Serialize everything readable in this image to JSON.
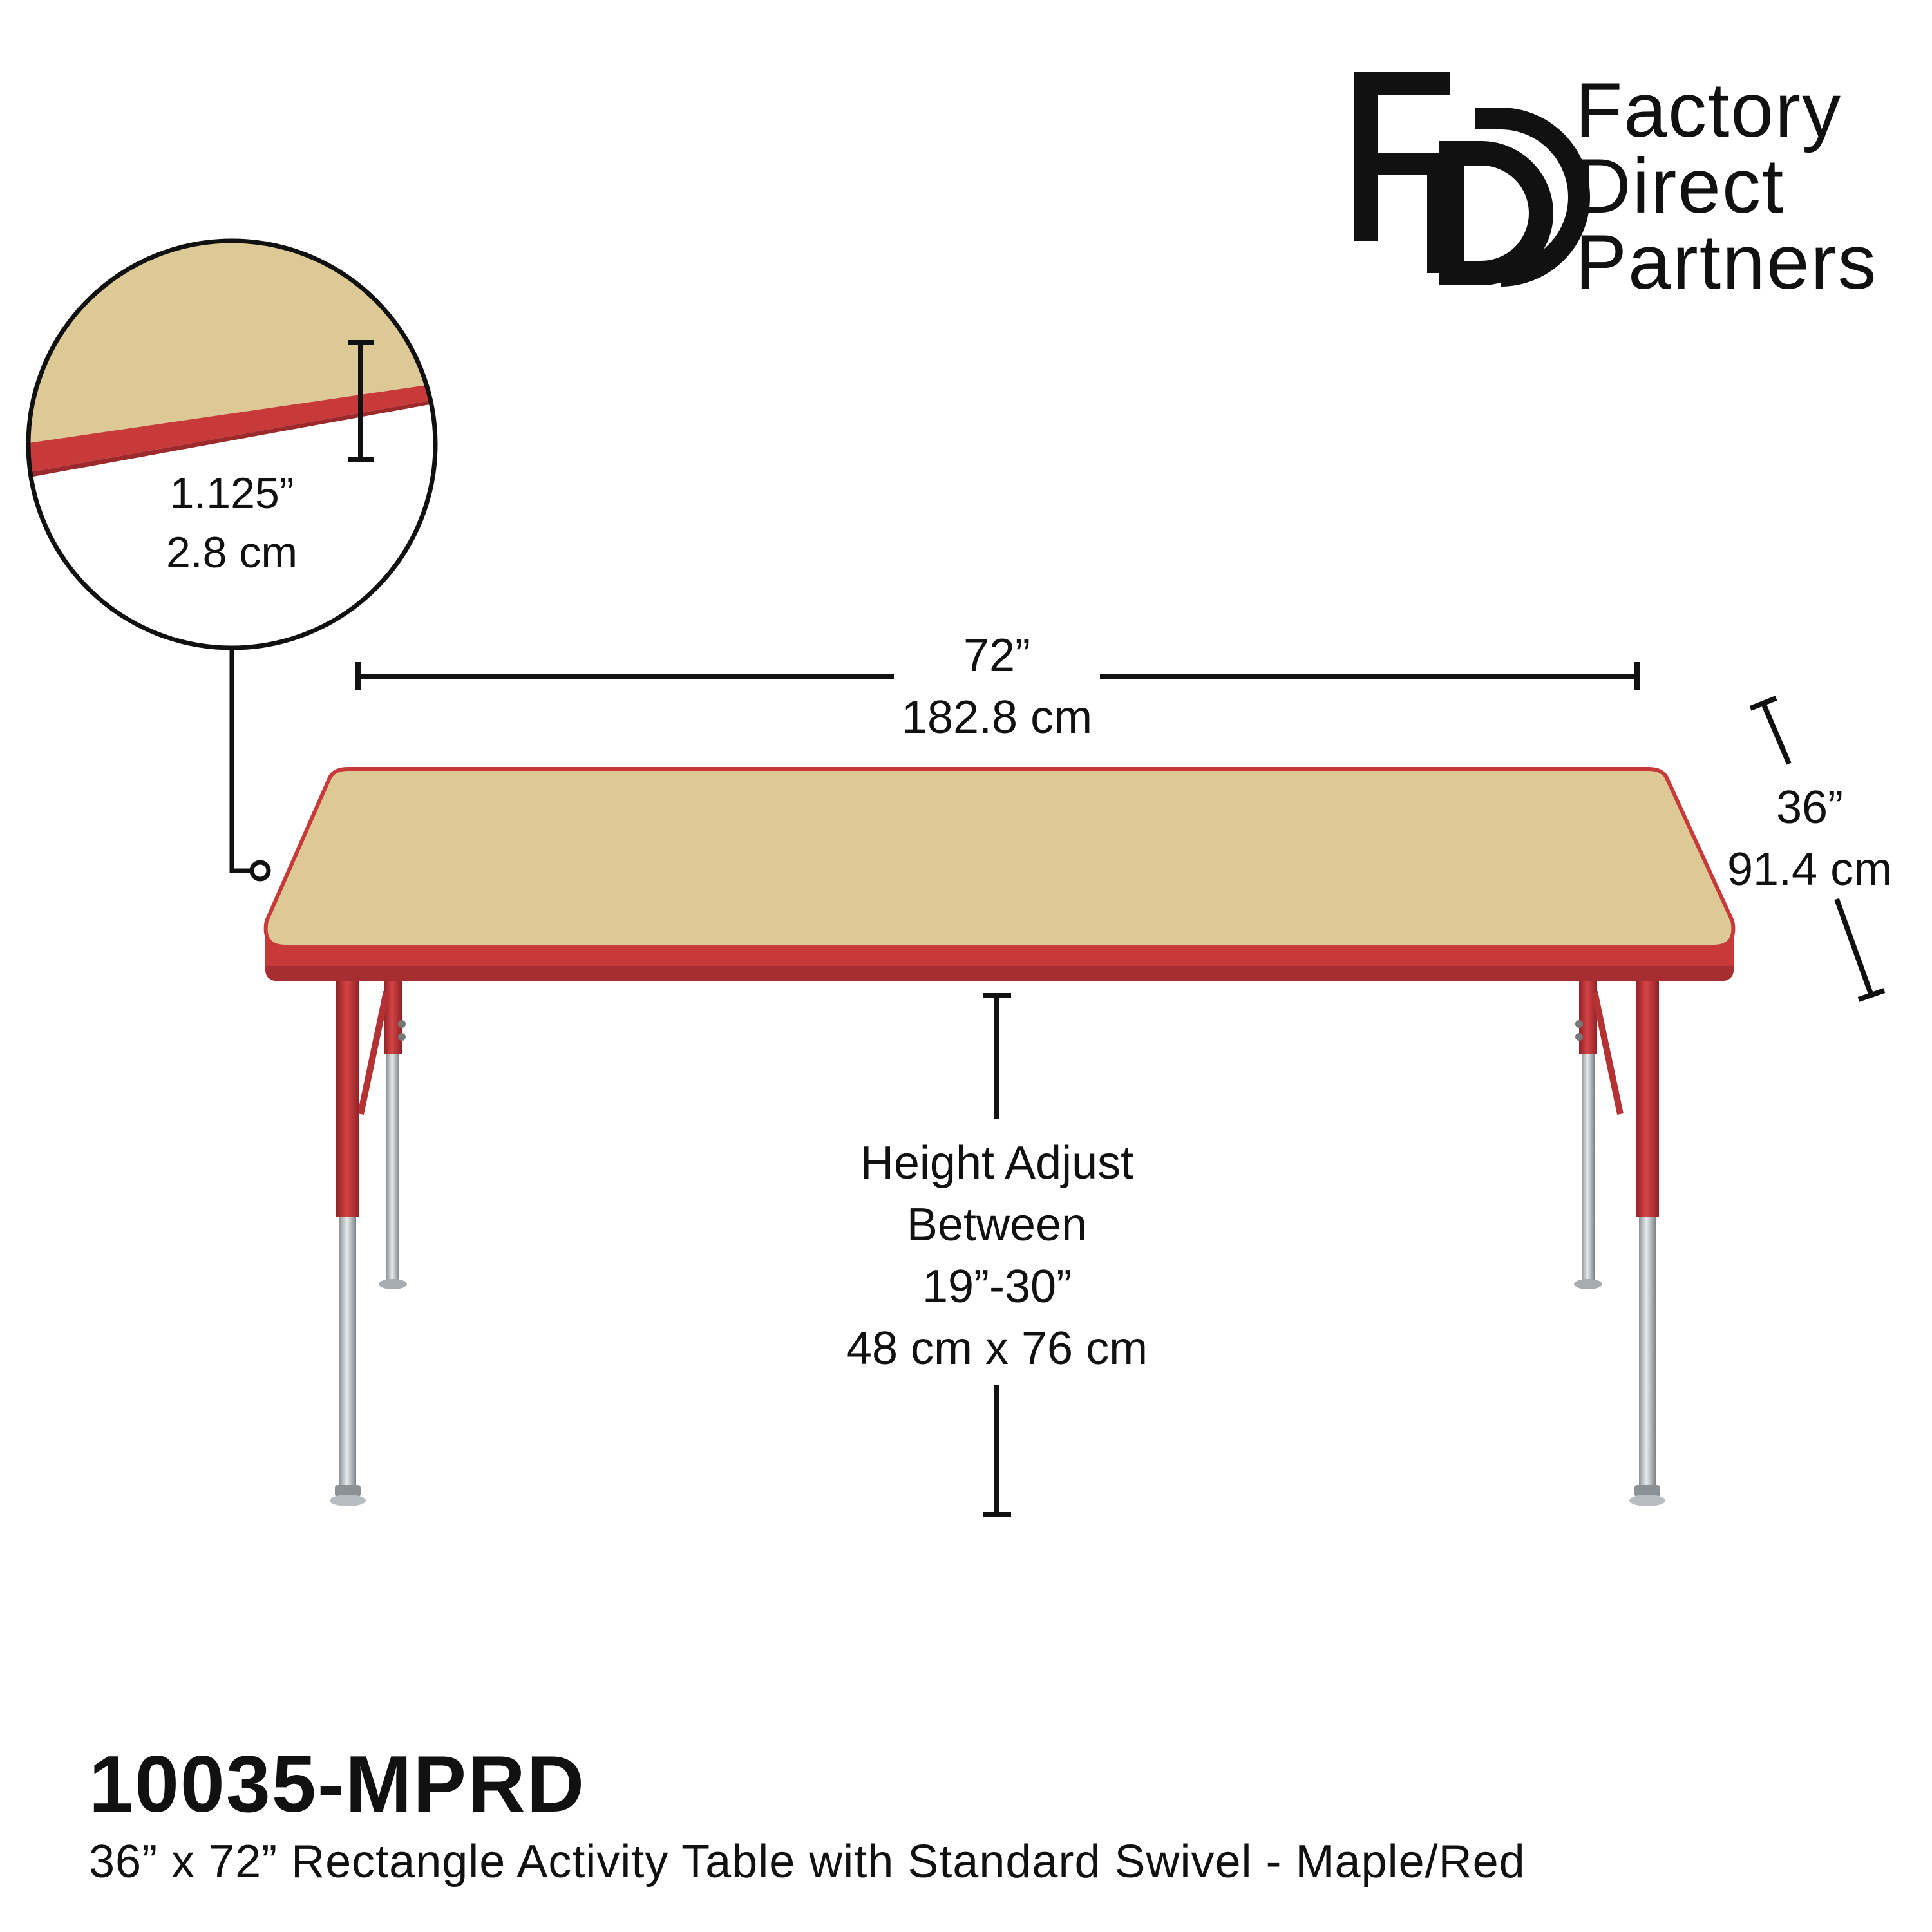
{
  "brand": {
    "logo_icon": "fdp-monogram-logo",
    "name_lines": [
      "Factory",
      "Direct",
      "Partners"
    ]
  },
  "colors": {
    "maple": "#DDCB98",
    "edge_red": "#C8393A",
    "leg_red": "#B53234",
    "chrome": "#C9CDD0",
    "ink": "#111111"
  },
  "dimensions": {
    "thickness": {
      "imperial": "1.125”",
      "metric": "2.8 cm"
    },
    "length": {
      "imperial": "72”",
      "metric": "182.8 cm"
    },
    "width": {
      "imperial": "36”",
      "metric": "91.4 cm"
    },
    "height": {
      "line1": "Height Adjust",
      "line2": "Between",
      "imperial": "19”-30”",
      "metric": "48 cm x 76 cm"
    }
  },
  "product": {
    "code": "10035-MPRD",
    "description": "36” x 72” Rectangle Activity Table with Standard Swivel - Maple/Red"
  }
}
